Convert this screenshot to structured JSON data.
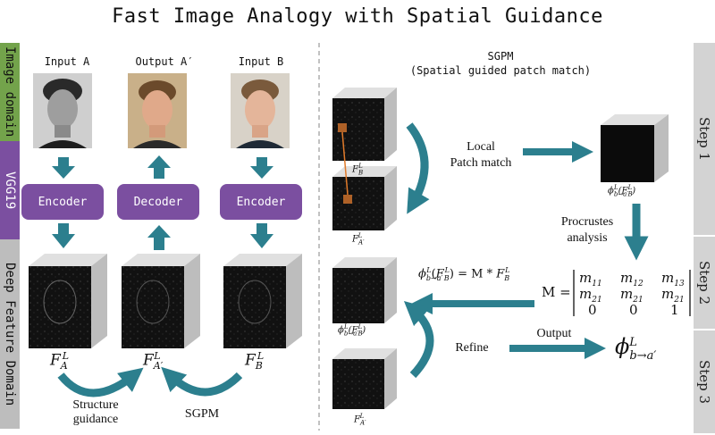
{
  "title": "Fast Image Analogy with Spatial Guidance",
  "side_labels": {
    "image_domain": "Image domain",
    "vgg": "VGG19",
    "deep": "Deep Feature Domain"
  },
  "left": {
    "col_headers": [
      "Input A",
      "Output A′",
      "Input B"
    ],
    "blocks": [
      "Encoder",
      "Decoder",
      "Encoder"
    ],
    "feature_labels": [
      "F_A^L",
      "F_{A'}^L",
      "F_B^L"
    ],
    "structure_guidance": "Structure\nguidance",
    "sgpm_label": "SGPM"
  },
  "right": {
    "sgpm_title": "SGPM",
    "sgpm_subtitle": "(Spatial guided patch match)",
    "local_patch_match": "Local\nPatch match",
    "procrustes": "Procrustes\nanalysis",
    "refine": "Refine",
    "output": "Output",
    "fb_label": "F_B^L",
    "fa_label": "F_{A'}^L",
    "phi_label": "ϕᴸ_{b→a′}(Fᴮ_B)",
    "equation": "ϕ_{b→a′}(F_B) = M * F_B",
    "matrix_lhs": "M =",
    "matrix": [
      [
        "m11",
        "m12",
        "m13"
      ],
      [
        "m21",
        "m21",
        "m21"
      ],
      [
        "0",
        "0",
        "1"
      ]
    ],
    "final_output": "ϕ_{b→a′}"
  },
  "steps": [
    "Step 1",
    "Step 2",
    "Step 3"
  ],
  "colors": {
    "teal": "#2c7f8e",
    "purple": "#7b4fa0",
    "sidebar_green": "#73a34b",
    "sidebar_purple": "#7b4fa0",
    "sidebar_gray": "#bdbdbd",
    "step_gray": "#d3d3d3"
  }
}
